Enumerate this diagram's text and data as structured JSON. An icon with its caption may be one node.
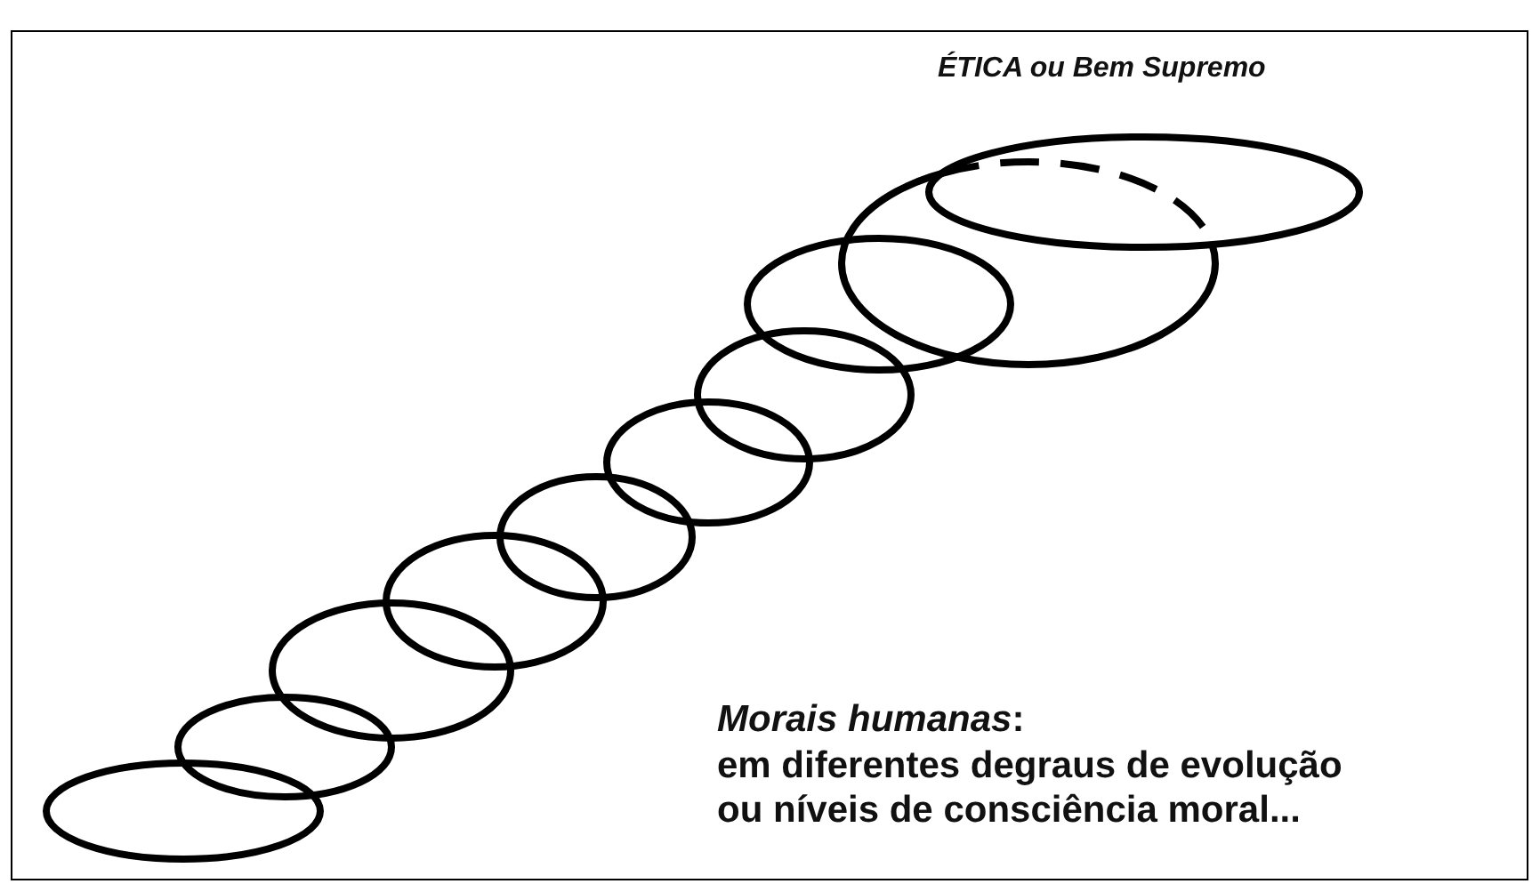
{
  "diagram": {
    "labels": [
      "ÉTICA ou Bem Supremo",
      "*Morais humanas*:",
      "em diferentes degraus de evolução ou níveis de consciência moral..."
    ]
  }
}
